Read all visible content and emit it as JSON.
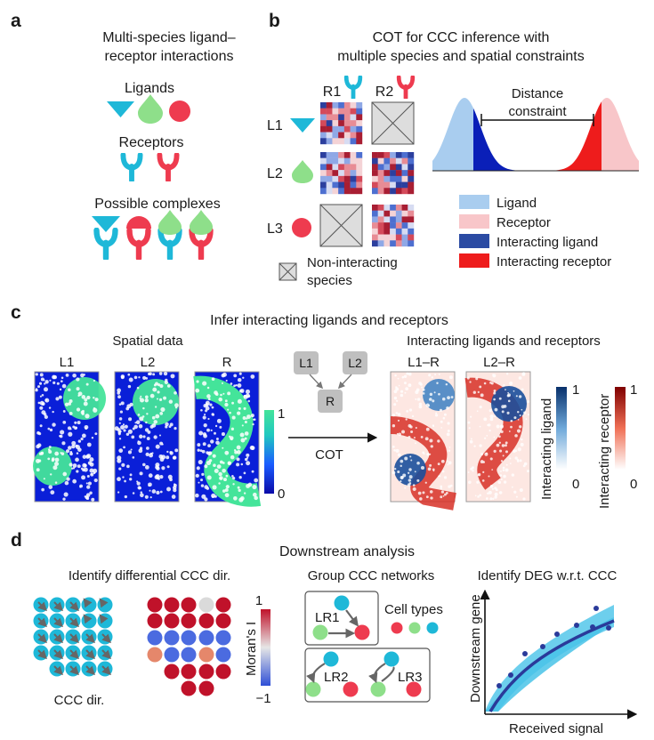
{
  "colors": {
    "cyan": "#1EB8D8",
    "green": "#8EDF8A",
    "red": "#EE3B4F",
    "ligand_light": "#A9CDEF",
    "receptor_light": "#F8C6C9",
    "interacting_ligand": "#0A1FB8",
    "interacting_receptor": "#EE1C1C",
    "spatial_bg": "#0A1FD8",
    "spatial_hot": "#44E49A"
  },
  "icons": [
    "ligand-triangle-icon",
    "ligand-drop-icon",
    "ligand-circle-icon",
    "receptor-y-icon",
    "arrow-icon"
  ],
  "panel_a": {
    "label": "a",
    "title_line1": "Multi-species ligand–",
    "title_line2": "receptor interactions",
    "ligands": "Ligands",
    "receptors": "Receptors",
    "complexes": "Possible complexes"
  },
  "panel_b": {
    "label": "b",
    "title_line1": "COT for CCC inference with",
    "title_line2": "multiple species and spatial constraints",
    "col_labels": [
      "R1",
      "R2"
    ],
    "row_labels": [
      "L1",
      "L2",
      "L3"
    ],
    "non_interacting_line1": "Non-interacting",
    "non_interacting_line2": "species",
    "distance_line1": "Distance",
    "distance_line2": "constraint",
    "legend": [
      "Ligand",
      "Receptor",
      "Interacting ligand",
      "Interacting receptor"
    ]
  },
  "panel_c": {
    "label": "c",
    "title": "Infer interacting ligands and receptors",
    "spatial_title": "Spatial data",
    "spatial_labels": [
      "L1",
      "L2",
      "R"
    ],
    "scale1_max": "1",
    "scale1_min": "0",
    "graph_nodes": [
      "L1",
      "L2",
      "R"
    ],
    "arrow_label": "COT",
    "interacting_title": "Interacting ligands and receptors",
    "interacting_labels": [
      "L1–R",
      "L2–R"
    ],
    "lig_bar_max": "1",
    "lig_bar_min": "0",
    "lig_bar_label": "Interacting ligand",
    "rec_bar_max": "1",
    "rec_bar_min": "0",
    "rec_bar_label": "Interacting receptor"
  },
  "panel_d": {
    "label": "d",
    "title": "Downstream analysis",
    "sub1": "Identify differential CCC dir.",
    "sub2": "Group CCC networks",
    "sub3": "Identify DEG w.r.t. CCC",
    "ccc_dir": "CCC dir.",
    "moran_label": "Moran's I",
    "moran_max": "1",
    "moran_min": "−1",
    "cell_types": "Cell types",
    "lr_labels": [
      "LR1",
      "LR2",
      "LR3"
    ],
    "ylabel": "Downstream gene",
    "xlabel": "Received signal"
  }
}
